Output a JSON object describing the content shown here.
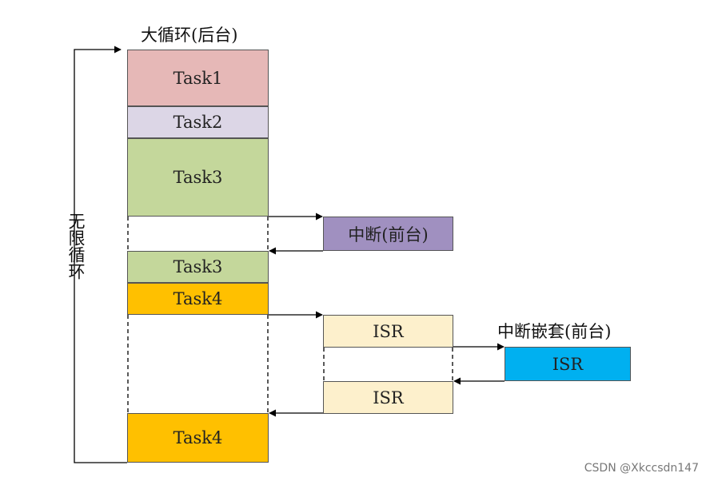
{
  "main_loop": {
    "title": "大循环(后台)",
    "side_label": "无限循环"
  },
  "tasks": [
    {
      "label": "Task1",
      "color": "#e6b8b7"
    },
    {
      "label": "Task2",
      "color": "#dcd6e6"
    },
    {
      "label": "Task3",
      "color": "#c4d79b"
    },
    {
      "label": "Task3",
      "color": "#c4d79b"
    },
    {
      "label": "Task4",
      "color": "#ffc000"
    },
    {
      "label": "Task4",
      "color": "#ffc000"
    }
  ],
  "interrupt": {
    "label": "中断(前台)",
    "color": "#a090c0"
  },
  "isr_blocks": [
    {
      "label": "ISR",
      "color": "#fdf0cc"
    },
    {
      "label": "ISR",
      "color": "#fdf0cc"
    }
  ],
  "nested": {
    "title": "中断嵌套(前台)",
    "label": "ISR",
    "color": "#00b0f0"
  },
  "watermark": "CSDN @Xkccsdn147"
}
